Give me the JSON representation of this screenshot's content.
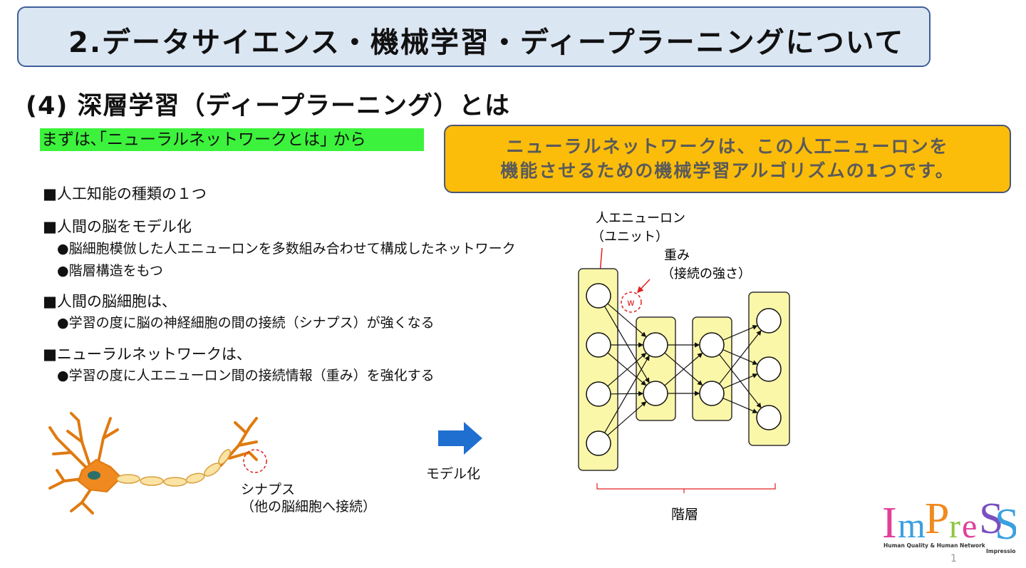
{
  "header": {
    "title": "2.データサイエンス・機械学習・ディープラーニングについて"
  },
  "section": {
    "subtitle": "(4) 深層学習（ディープラーニング）とは"
  },
  "highlight": {
    "text": "まずは､｢ニューラルネットワークとは｣ から"
  },
  "callout": {
    "line1": "ニューラルネットワークは、この人工ニューロンを",
    "line2": "機能させるための機械学習アルゴリズムの1つです。"
  },
  "bullets": [
    {
      "text": "■人工知能の種類の１つ",
      "subs": []
    },
    {
      "text": "■人間の脳をモデル化",
      "subs": [
        "●脳細胞模倣した人エニューロンを多数組み合わせて構成したネットワーク",
        "●階層構造をもつ"
      ]
    },
    {
      "text": "■人間の脳細胞は、",
      "subs": [
        "●学習の度に脳の神経細胞の間の接続（シナプス）が強くなる"
      ]
    },
    {
      "text": "■ニューラルネットワークは、",
      "subs": [
        "●学習の度に人エニューロン間の接続情報（重み）を強化する"
      ]
    }
  ],
  "neuron_figure": {
    "synapse_label_1": "シナプス",
    "synapse_label_2": "（他の脳細胞へ接続）"
  },
  "arrow": {
    "label": "モデル化"
  },
  "nn_figure": {
    "neuron_label_1": "人エニューロン",
    "neuron_label_2": "（ユニット）",
    "weight_label_1": "重み",
    "weight_label_2": "（接続の強さ）",
    "weight_symbol": "w",
    "layer_label": "階層",
    "layers": [
      4,
      2,
      2,
      3
    ]
  },
  "logo": {
    "letters": [
      "I",
      "m",
      "P",
      "r",
      "e",
      "S",
      "S"
    ],
    "colors": [
      "#e0409a",
      "#3aa0e0",
      "#f08a20",
      "#8cc63f",
      "#e0409a",
      "#7a4fbf",
      "#3aa0e0"
    ],
    "tagline": "Human Quality & Human Network",
    "tagline2": "Impression"
  },
  "page": {
    "number": "1"
  },
  "colors": {
    "title_bg": "#dbe6f3",
    "highlight": "#3cf23c",
    "callout_bg": "#fbbd0a",
    "layer_fill": "#fbf7a8",
    "arrow": "#1f6fd1"
  }
}
